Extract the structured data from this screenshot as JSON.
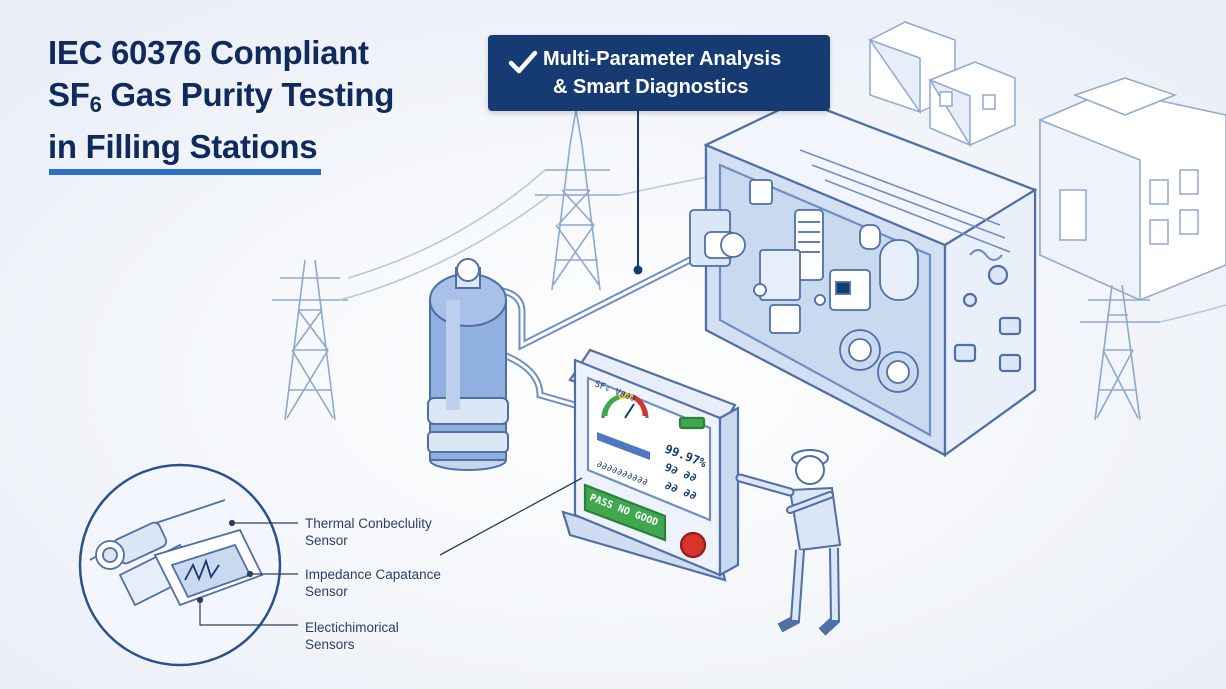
{
  "title": {
    "line1": "IEC 60376 Compliant",
    "line2_pre": "SF",
    "line2_sub": "6",
    "line2_post": " Gas Purity Testing",
    "line3": "in Filling Stations"
  },
  "callout": {
    "line1": "Multi-Parameter Analysis",
    "line2": "& Smart Diagnostics"
  },
  "sensors": [
    {
      "line1": "Thermal Conbeclulity",
      "line2": "Sensor"
    },
    {
      "line1": "Impedance Capatance",
      "line2": "Sensor"
    },
    {
      "line1": "Electichimorical",
      "line2": "Sensors"
    }
  ],
  "device_screen": {
    "header": "SF₆ V∂∂∂",
    "reading1": "99.97%",
    "reading2": "9∂ ∂∂",
    "reading3": "∂∂ ∂∂",
    "status": "PASS  NO  GOOD",
    "unit_row": "∂∂∂∂∂∂∂∂∂∂"
  },
  "colors": {
    "title": "#0f2a5c",
    "accent": "#2a70c9",
    "callout_bg": "#163a72",
    "line_art": "#6f8fc4",
    "fill_light": "#dbe6f6",
    "cylinder_fill": "#8fb0e0",
    "pass_green": "#3fa84f",
    "stop_red": "#d9342b"
  }
}
